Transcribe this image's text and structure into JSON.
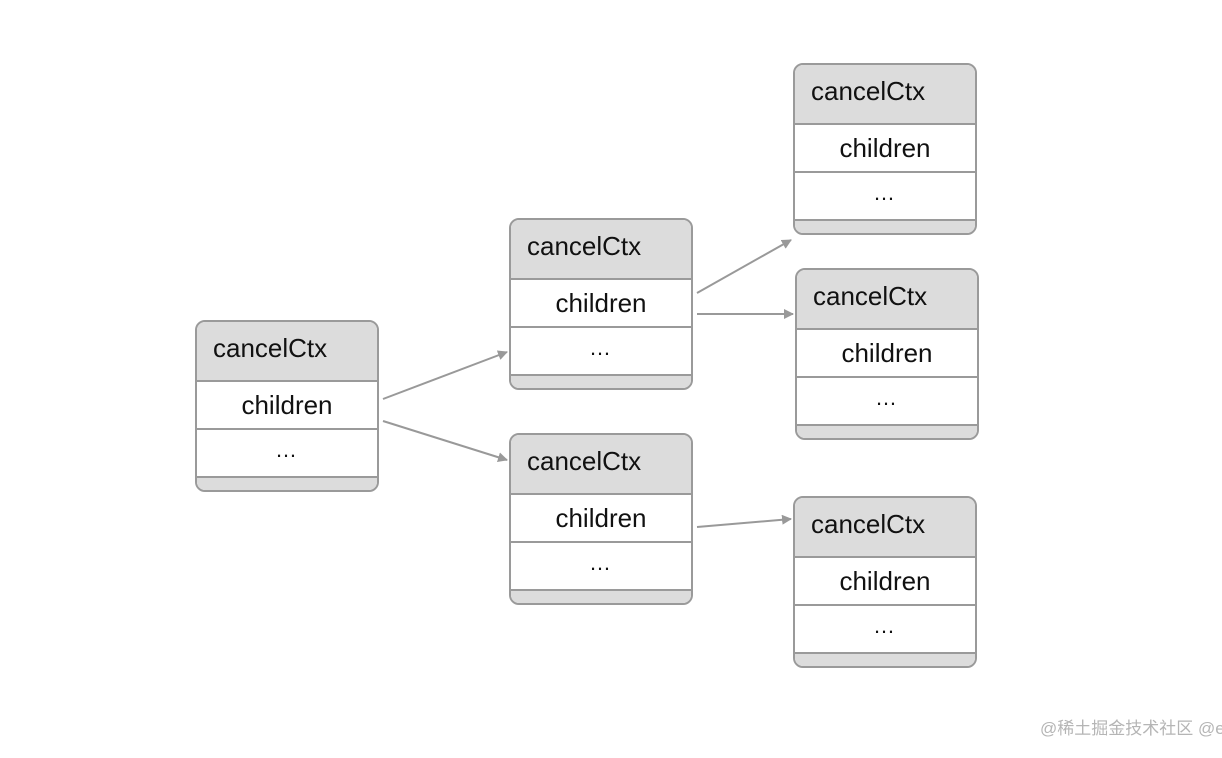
{
  "nodes": [
    {
      "header": "cancelCtx",
      "children_label": "children",
      "ellipsis": "…"
    },
    {
      "header": "cancelCtx",
      "children_label": "children",
      "ellipsis": "…"
    },
    {
      "header": "cancelCtx",
      "children_label": "children",
      "ellipsis": "…"
    },
    {
      "header": "cancelCtx",
      "children_label": "children",
      "ellipsis": "…"
    },
    {
      "header": "cancelCtx",
      "children_label": "children",
      "ellipsis": "…"
    },
    {
      "header": "cancelCtx",
      "children_label": "children",
      "ellipsis": "…"
    }
  ],
  "edges": [
    {
      "from": 0,
      "to": 1
    },
    {
      "from": 0,
      "to": 2
    },
    {
      "from": 1,
      "to": 3
    },
    {
      "from": 1,
      "to": 4
    },
    {
      "from": 2,
      "to": 5
    }
  ],
  "watermark": "@稀土掘金技术社区 @eddycjy",
  "colors": {
    "border": "#9a9a9a",
    "header_fill": "#dcdcdc",
    "arrow": "#999999"
  }
}
